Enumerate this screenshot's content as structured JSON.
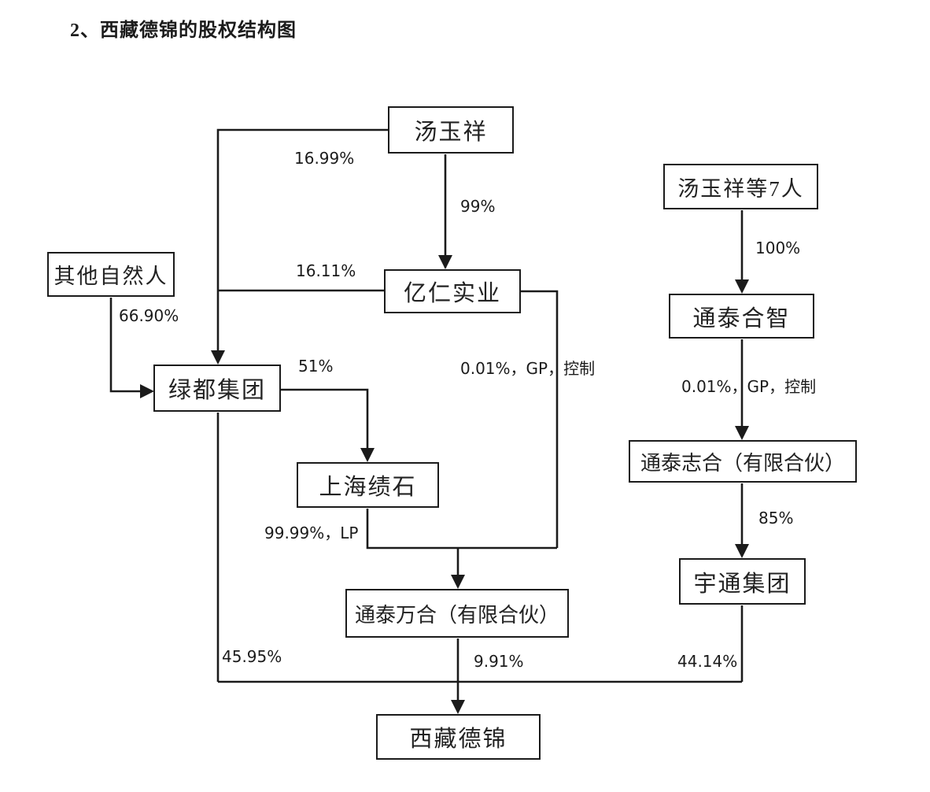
{
  "title": "2、西藏德锦的股权结构图",
  "nodes": {
    "tang_yuxiang": {
      "label": "汤玉祥"
    },
    "tang_yuxiang_7": {
      "label": "汤玉祥等7人"
    },
    "qita_ziranren": {
      "label": "其他自然人"
    },
    "yiren_shiye": {
      "label": "亿仁实业"
    },
    "tongtai_hezhi": {
      "label": "通泰合智"
    },
    "ludu_jituan": {
      "label": "绿都集团"
    },
    "tongtai_zhihe": {
      "label": "通泰志合（有限合伙）"
    },
    "shanghai_jishi": {
      "label": "上海绩石"
    },
    "yutong_jituan": {
      "label": "宇通集团"
    },
    "tongtai_wanhe": {
      "label": "通泰万合（有限合伙）"
    },
    "xizang_dejin": {
      "label": "西藏德锦"
    }
  },
  "edges": [
    {
      "from": "汤玉祥",
      "to": "绿都集团",
      "label": "16.99%"
    },
    {
      "from": "汤玉祥",
      "to": "亿仁实业",
      "label": "99%"
    },
    {
      "from": "亿仁实业",
      "to": "绿都集团",
      "label": "16.11%"
    },
    {
      "from": "其他自然人",
      "to": "绿都集团",
      "label": "66.90%"
    },
    {
      "from": "绿都集团",
      "to": "上海绩石",
      "label": "51%"
    },
    {
      "from": "亿仁实业",
      "to": "通泰万合（有限合伙）",
      "label": "0.01%，GP，控制"
    },
    {
      "from": "上海绩石",
      "to": "通泰万合（有限合伙）",
      "label": "99.99%，LP"
    },
    {
      "from": "汤玉祥等7人",
      "to": "通泰合智",
      "label": "100%"
    },
    {
      "from": "通泰合智",
      "to": "通泰志合（有限合伙）",
      "label": "0.01%，GP，控制"
    },
    {
      "from": "通泰志合（有限合伙）",
      "to": "宇通集团",
      "label": "85%"
    },
    {
      "from": "绿都集团",
      "to": "西藏德锦",
      "label": "45.95%"
    },
    {
      "from": "通泰万合（有限合伙）",
      "to": "西藏德锦",
      "label": "9.91%"
    },
    {
      "from": "宇通集团",
      "to": "西藏德锦",
      "label": "44.14%"
    }
  ],
  "colors": {
    "line": "#1b1b1b",
    "background": "#ffffff"
  }
}
